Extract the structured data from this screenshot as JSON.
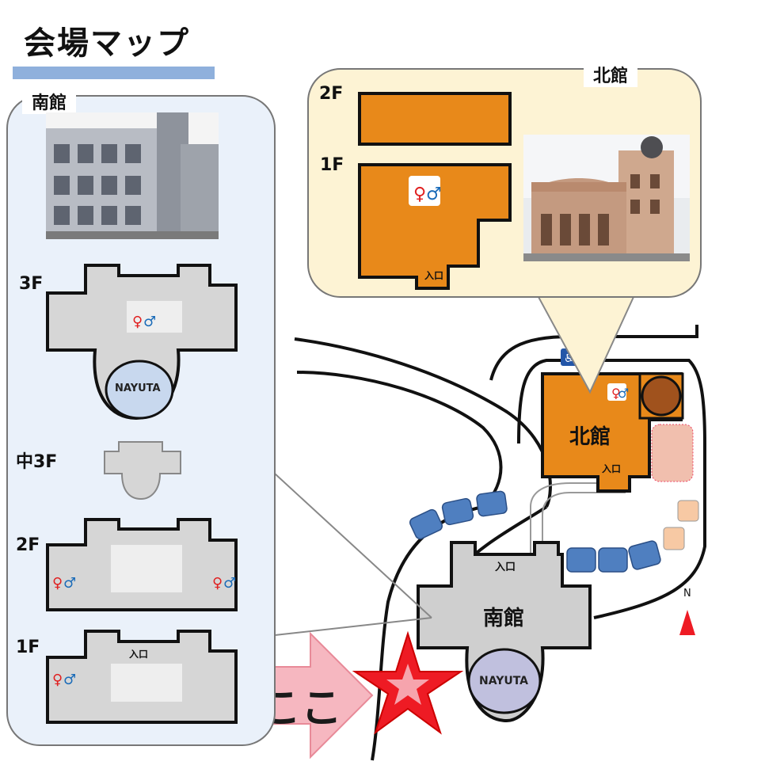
{
  "page_title": "会場マップ",
  "south_building": {
    "label": "南館",
    "floors": {
      "f3": "3F",
      "f_mid3": "中3F",
      "f2": "2F",
      "f1": "1F"
    },
    "nayuta": "NAYUTA",
    "entrance": "入口"
  },
  "north_building": {
    "label": "北館",
    "floors": {
      "f2": "2F",
      "f1": "1F"
    },
    "entrance": "入口"
  },
  "map": {
    "north_building_label": "北館",
    "north_entrance": "入口",
    "south_building_label": "南館",
    "south_entrance": "入口",
    "nayuta": "NAYUTA",
    "north_indicator": "N",
    "here_label": "ここ"
  },
  "colors": {
    "orange_building": "#e8891a",
    "gray_building": "#cccccc",
    "panel_bg_south": "#eaf1fa",
    "panel_bg_north": "#fdf3d4",
    "parking_blue": "#4f7fc0",
    "here_star": "#ee1b24",
    "arrow_pink": "#f6b7c0"
  }
}
